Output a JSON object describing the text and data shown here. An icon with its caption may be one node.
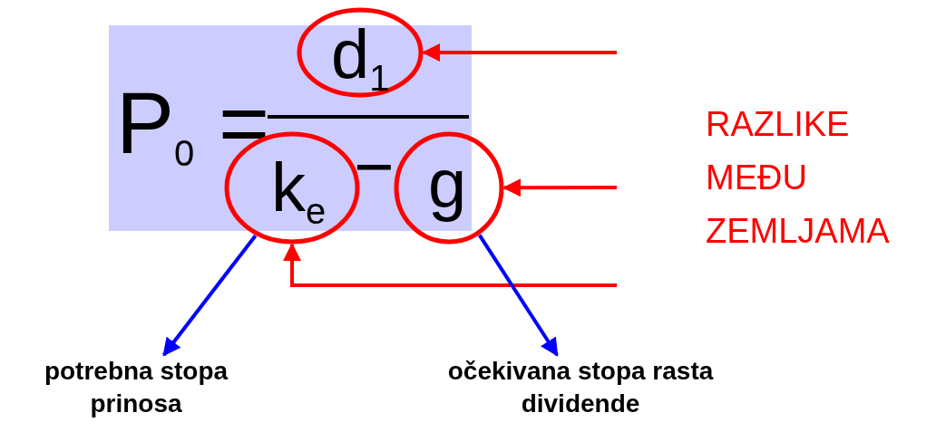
{
  "diagram": {
    "nodes": [
      {
        "text": [
          "P$_{0}$ =",
          "−"
        ]
      },
      {
        "text": [
          "d$_{1}$"
        ]
      },
      {
        "text": [
          "k$_{e}$"
        ]
      },
      {
        "text": [
          "g"
        ]
      },
      {
        "text": [
          "potrebna stopa prinosa"
        ]
      },
      {
        "text": [
          "očekivana stopa rasta dividende"
        ]
      }
    ],
    "edges": [
      {
        "from": null,
        "to": 1,
        "arrow": "to",
        "color": "#ff0000"
      },
      {
        "from": null,
        "to": 3,
        "arrow": "to",
        "color": "#ff0000"
      },
      {
        "from": null,
        "to": 2,
        "arrow": "to",
        "color": "#ff0000"
      },
      {
        "from": 2,
        "to": 4,
        "arrow": "to",
        "color": "#0000ff"
      },
      {
        "from": 3,
        "to": 5,
        "arrow": "to",
        "color": "#0000ff"
      }
    ],
    "labels": [
      "RAZLIKE MEĐU ZEMLJAMA"
    ]
  }
}
